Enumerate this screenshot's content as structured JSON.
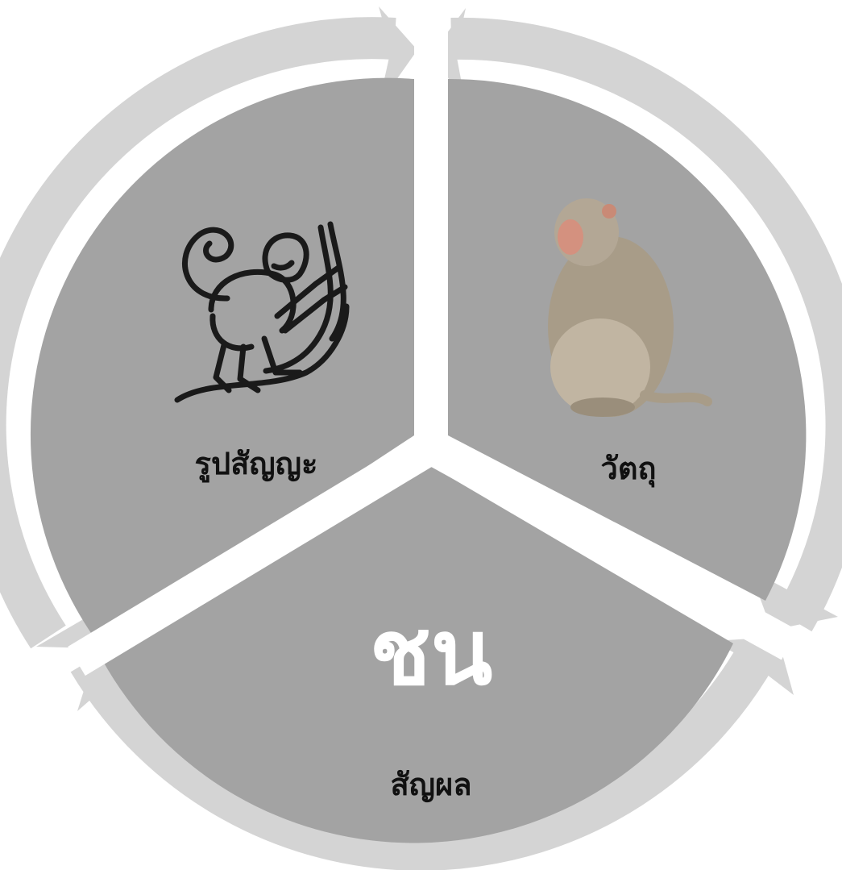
{
  "diagram": {
    "colors": {
      "ring": "#d4d4d4",
      "segment": "#a3a3a3",
      "separator": "#ffffff",
      "label_text": "#111111",
      "center_word": "#ffffff"
    },
    "segments": [
      {
        "id": "representamen",
        "label": "รูปสัญญะ",
        "image": "monkey-line-icon"
      },
      {
        "id": "object",
        "label": "วัตถุ",
        "image": "monkey-photo"
      },
      {
        "id": "interpretant",
        "label": "สัญผล",
        "center_word": "ชน"
      }
    ],
    "cycle_arrows": 3
  }
}
